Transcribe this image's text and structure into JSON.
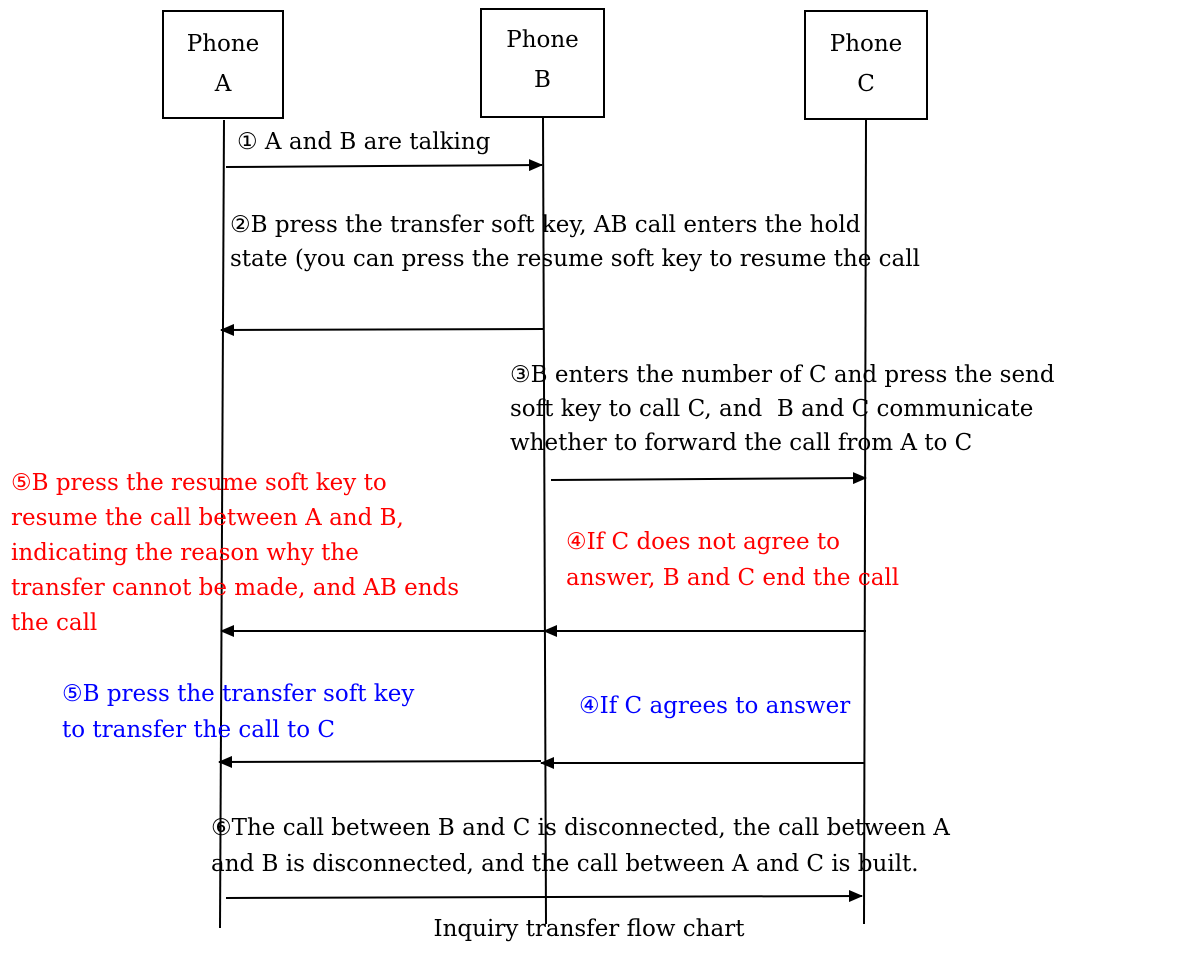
{
  "participants": [
    {
      "id": "A",
      "line1": "Phone",
      "line2": "A"
    },
    {
      "id": "B",
      "line1": "Phone",
      "line2": "B"
    },
    {
      "id": "C",
      "line1": "Phone",
      "line2": "C"
    }
  ],
  "steps": {
    "step1": "① A and B are talking",
    "step2": "②B press the transfer soft key, AB call enters the hold\nstate (you can press the resume soft key to resume the call",
    "step3": "③B enters the number of C and press the send\nsoft key to call C, and  B and C communicate\nwhether to forward the call from A to C",
    "step5_reject": "⑤B press the resume soft key to\nresume the call between A and B,\nindicating the reason why the\ntransfer cannot be made, and AB ends\nthe call",
    "step4_reject": "④If C does not agree to\nanswer, B and C end the call",
    "step5_accept": "⑤B press the transfer soft key\nto transfer the call to C",
    "step4_accept": "④If C agrees to answer",
    "step6": "⑥The call between B and C is disconnected, the call between A\nand B is disconnected, and the call between A and C is built."
  },
  "colors": {
    "normal": "#000000",
    "reject": "#ff0000",
    "accept": "#0000ff"
  },
  "caption": "Inquiry transfer flow chart"
}
